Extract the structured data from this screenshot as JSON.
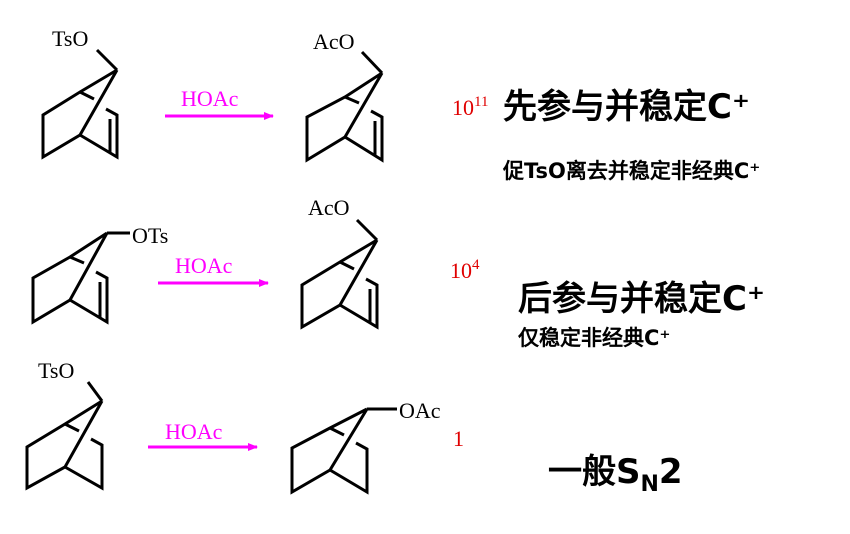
{
  "reactions": [
    {
      "reactant_group": "TsO",
      "reagent": "HOAc",
      "product_group": "AcO",
      "rate_base": "10",
      "rate_exp": "11",
      "headline": "先参与并稳定C⁺",
      "note": "促TsO离去并稳定非经典C⁺"
    },
    {
      "reactant_group": "OTs",
      "reagent": "HOAc",
      "product_group": "AcO",
      "rate_base": "10",
      "rate_exp": "4",
      "headline": "后参与并稳定C⁺",
      "note": "仅稳定非经典C⁺"
    },
    {
      "reactant_group": "TsO",
      "reagent": "HOAc",
      "product_group": "OAc",
      "rate_base": "1",
      "headline_main": "一般S",
      "headline_sub": "N",
      "headline_tail": "2"
    }
  ],
  "colors": {
    "reagent": "#ff00ff",
    "rate": "#e00000",
    "text": "#000000"
  }
}
